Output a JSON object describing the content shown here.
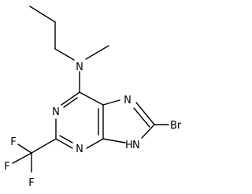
{
  "molecule": {
    "atoms": {
      "n_amine": "N",
      "n_ring_upper": "N",
      "n_imidazole": "N",
      "bromine": "Br",
      "n_ring_lower": "N",
      "n_nh_h": "H",
      "n_nh_n": "N",
      "fluorine_top": "F",
      "fluorine_left": "F",
      "fluorine_bottom": "F"
    }
  }
}
